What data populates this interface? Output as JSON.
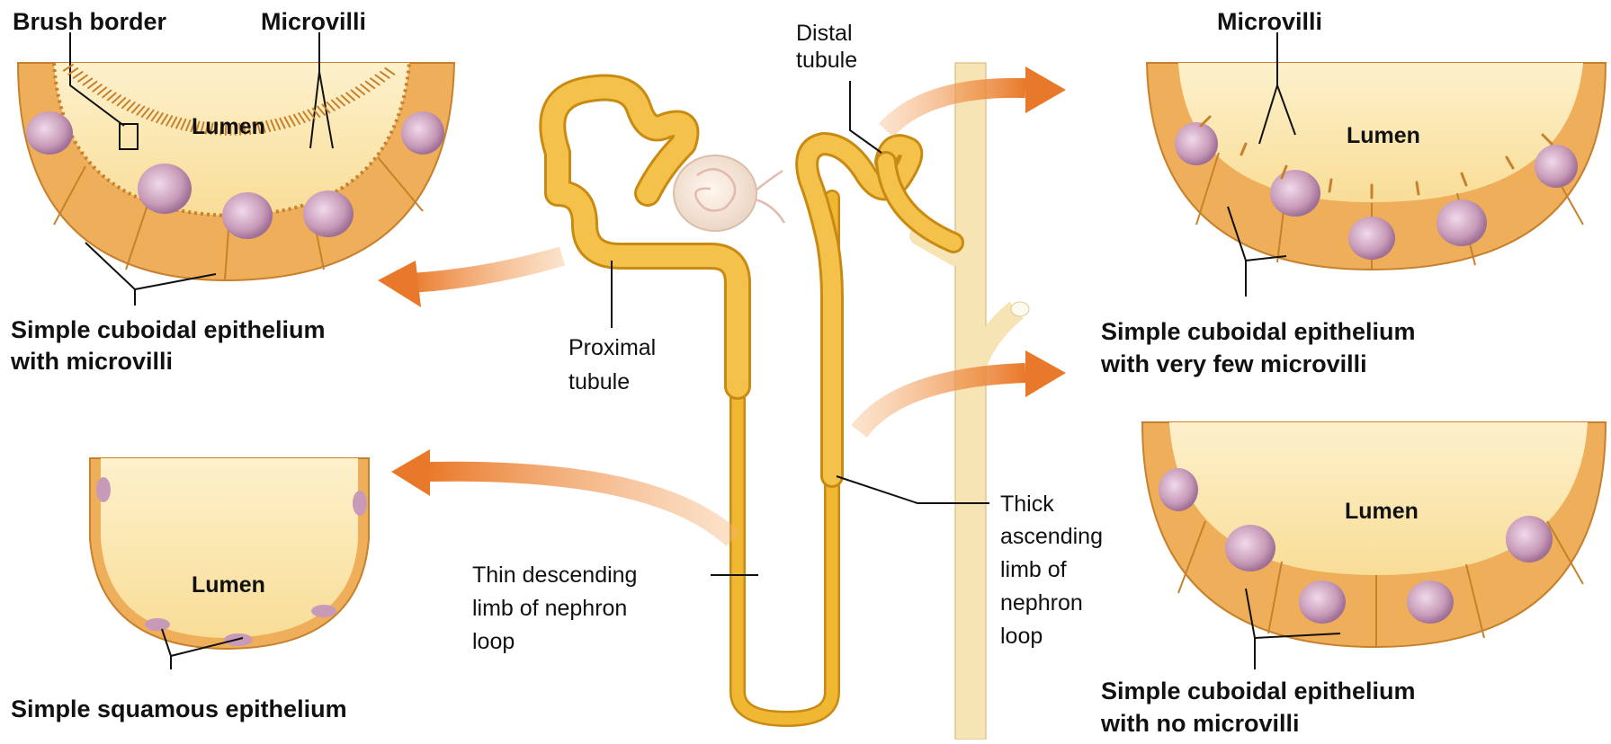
{
  "labels": {
    "brush_border": "Brush border",
    "microvilli_left": "Microvilli",
    "lumen_tl": "Lumen",
    "caption_tl_1": "Simple cuboidal epithelium",
    "caption_tl_2": "with microvilli",
    "distal_1": "Distal",
    "distal_2": "tubule",
    "microvilli_right": "Microvilli",
    "lumen_tr": "Lumen",
    "caption_tr_1": "Simple cuboidal epithelium",
    "caption_tr_2": "with very few microvilli",
    "proximal_1": "Proximal",
    "proximal_2": "tubule",
    "lumen_bl": "Lumen",
    "caption_bl": "Simple squamous epithelium",
    "thin_1": "Thin descending",
    "thin_2": "limb of nephron",
    "thin_3": "loop",
    "thick_1": "Thick",
    "thick_2": "ascending",
    "thick_3": "limb of",
    "thick_4": "nephron",
    "thick_5": "loop",
    "lumen_br": "Lumen",
    "caption_br_1": "Simple cuboidal epithelium",
    "caption_br_2": "with no microvilli"
  },
  "colors": {
    "tubule": "#f0b733",
    "tubule_edge": "#c98a12",
    "cell": "#eeae5a",
    "cell_edge": "#c7812d",
    "lumen": "#fcebb8",
    "nucleus": "#c79ab8",
    "arrow": "#ec8a3d",
    "duct": "#f6e4b5"
  }
}
